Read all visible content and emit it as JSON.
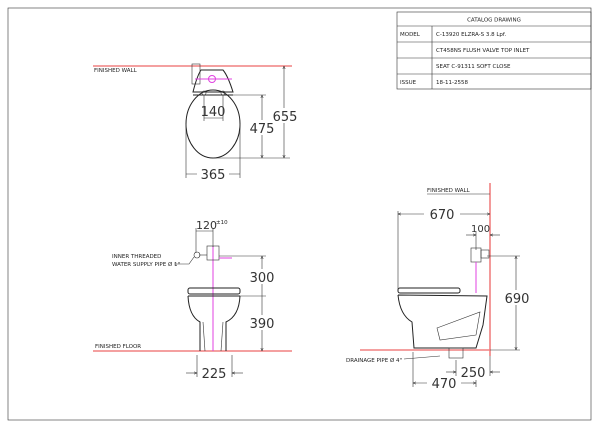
{
  "title_block": {
    "heading": "CATALOG DRAWING",
    "rows": [
      {
        "key": "MODEL",
        "value": "C-13920 ELZRA-S 3.8 Lpf."
      },
      {
        "key": "",
        "value": "CT458NS FLUSH VALVE TOP INLET"
      },
      {
        "key": "",
        "value": "SEAT C-91311 SOFT CLOSE"
      },
      {
        "key": "ISSUE",
        "value": "18-11-2558"
      }
    ]
  },
  "top_view": {
    "wall_label": "FINISHED WALL",
    "dims": {
      "bolt_spacing": "140",
      "bowl_length": "475",
      "total_length": "655",
      "width": "365"
    }
  },
  "front_view": {
    "supply_label_1": "INNER THREADED",
    "supply_label_2": "WATER SUPPLY PIPE Ø 1\"",
    "floor_label": "FINISHED FLOOR",
    "dims": {
      "supply_offset": "120",
      "supply_tol": "±10",
      "valve_height": "300",
      "rim_height": "390",
      "base_width": "225"
    }
  },
  "side_view": {
    "wall_label": "FINISHED WALL",
    "drain_label": "DRAINAGE PIPE Ø 4\"",
    "dims": {
      "depth": "670",
      "valve_offset": "100",
      "inlet_height": "690",
      "drain_offset": "250",
      "base_depth": "470"
    }
  }
}
